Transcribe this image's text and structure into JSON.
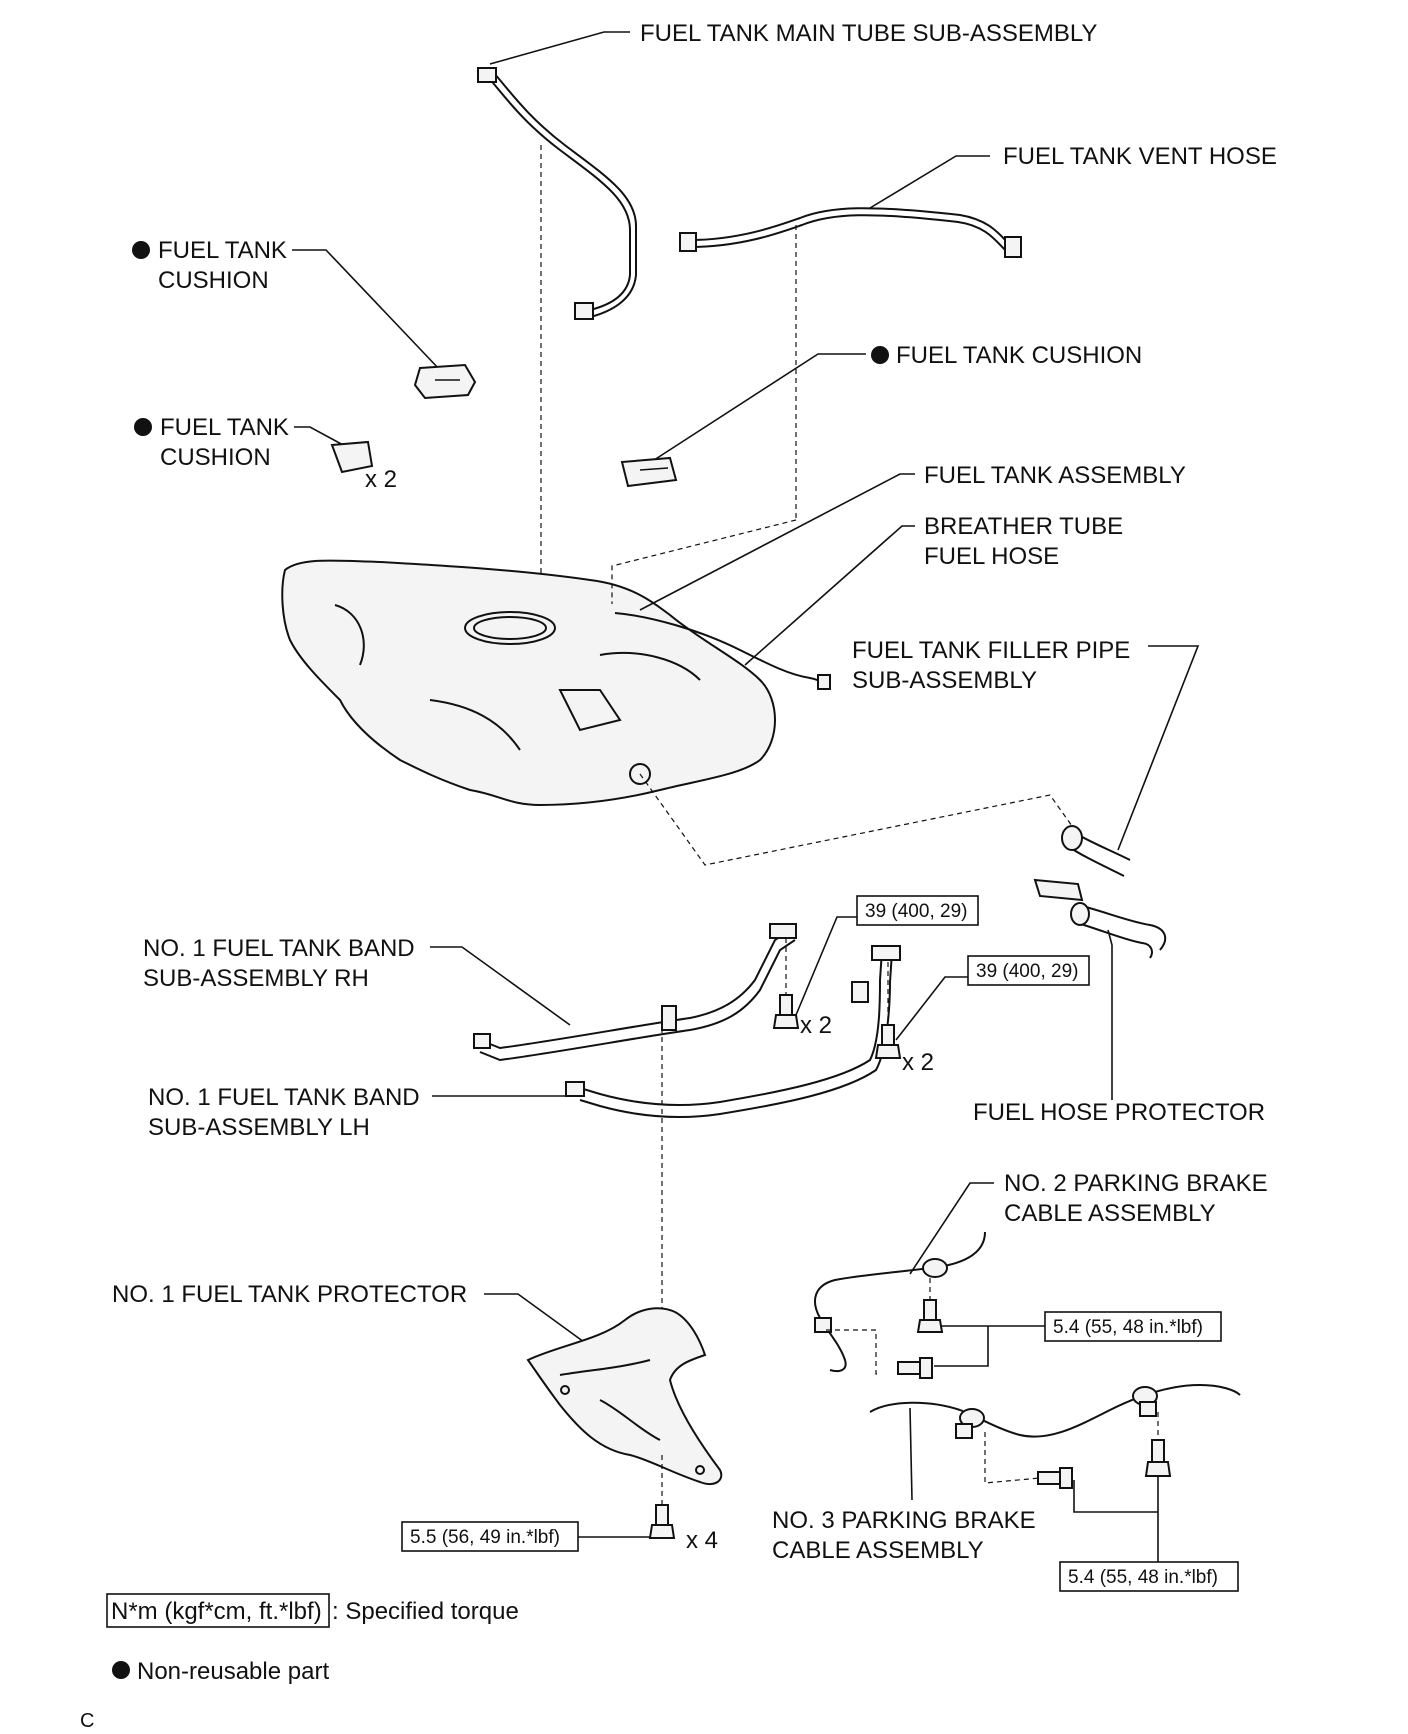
{
  "labels": {
    "main_tube": "FUEL TANK MAIN TUBE SUB-ASSEMBLY",
    "vent_hose": "FUEL TANK VENT HOSE",
    "cushion_left_1": "FUEL TANK",
    "cushion_left_2": "CUSHION",
    "cushion_small_1": "FUEL TANK",
    "cushion_small_2": "CUSHION",
    "cushion_small_qty": "x 2",
    "cushion_right": "FUEL TANK CUSHION",
    "tank_assembly": "FUEL TANK ASSEMBLY",
    "breather_1": "BREATHER TUBE",
    "breather_2": "FUEL HOSE",
    "filler_1": "FUEL TANK FILLER PIPE",
    "filler_2": "SUB-ASSEMBLY",
    "band_rh_1": "NO. 1 FUEL TANK BAND",
    "band_rh_2": "SUB-ASSEMBLY RH",
    "band_lh_1": "NO. 1 FUEL TANK BAND",
    "band_lh_2": "SUB-ASSEMBLY LH",
    "hose_protector": "FUEL HOSE PROTECTOR",
    "pb2_1": "NO. 2 PARKING BRAKE",
    "pb2_2": "CABLE ASSEMBLY",
    "tank_protector": "NO. 1 FUEL TANK PROTECTOR",
    "pb3_1": "NO. 3 PARKING BRAKE",
    "pb3_2": "CABLE ASSEMBLY",
    "qty_band_rh": "x 2",
    "qty_band_lh": "x 2",
    "qty_protector": "x 4"
  },
  "torques": {
    "band_rh": "39 (400, 29)",
    "band_lh": "39 (400, 29)",
    "pb2": "5.4 (55, 48 in.*lbf)",
    "protector": "5.5 (56, 49 in.*lbf)",
    "pb3": "5.4 (55, 48 in.*lbf)"
  },
  "legend": {
    "torque_box": "N*m (kgf*cm, ft.*lbf)",
    "torque_text": ": Specified torque",
    "nonreusable_text": "Non-reusable part"
  },
  "footer": "C"
}
